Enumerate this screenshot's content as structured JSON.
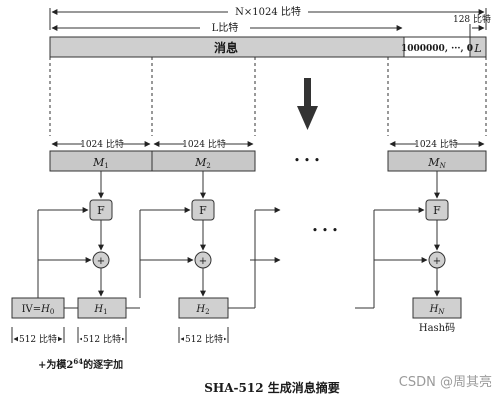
{
  "diagram": {
    "total_length_label": "N×1024 比特",
    "l_length_label": "L比特",
    "length_field_size_label": "128 比特",
    "message_label": "消息",
    "padding_label": "1000000, ···, 0",
    "length_field_label": "L",
    "block_size_label": "1024 比特",
    "ellipsis": "• • •",
    "blocks": [
      {
        "base": "M",
        "sub": "1"
      },
      {
        "base": "M",
        "sub": "2"
      },
      {
        "base": "M",
        "sub": "N"
      }
    ],
    "function_label": "F",
    "adder_label": "+",
    "iv": {
      "prefix": "IV=",
      "base": "H",
      "sub": "0"
    },
    "hashes": [
      {
        "base": "H",
        "sub": "1"
      },
      {
        "base": "H",
        "sub": "2"
      },
      {
        "base": "H",
        "sub": "N"
      }
    ],
    "state_size_label": "512 比特",
    "hash_output_label": "Hash码",
    "footnote": {
      "prefix": "+为模2",
      "sup": "64",
      "suffix": "的逐字加"
    },
    "caption": "SHA-512 生成消息摘要",
    "watermark": "CSDN @周其亮"
  }
}
